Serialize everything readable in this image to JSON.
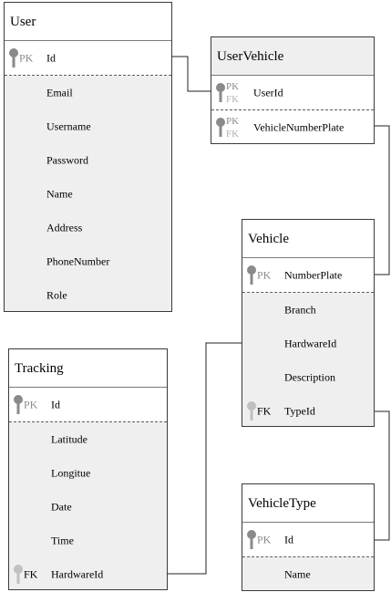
{
  "entities": {
    "user": {
      "title": "User",
      "pk_tag": "PK",
      "pk_field": "Id",
      "fields": [
        "Email",
        "Username",
        "Password",
        "Name",
        "Address",
        "PhoneNumber",
        "Role"
      ]
    },
    "user_vehicle": {
      "title": "UserVehicle",
      "rows": [
        {
          "pk": "PK",
          "fk": "FK",
          "name": "UserId"
        },
        {
          "pk": "PK",
          "fk": "FK",
          "name": "VehicleNumberPlate"
        }
      ]
    },
    "vehicle": {
      "title": "Vehicle",
      "pk_tag": "PK",
      "pk_field": "NumberPlate",
      "fields": [
        "Branch",
        "HardwareId",
        "Description"
      ],
      "fk_tag": "FK",
      "fk_field": "TypeId"
    },
    "tracking": {
      "title": "Tracking",
      "pk_tag": "PK",
      "pk_field": "Id",
      "fields": [
        "Latitude",
        "Longitue",
        "Date",
        "Time"
      ],
      "fk_tag": "FK",
      "fk_field": "HardwareId"
    },
    "vehicle_type": {
      "title": "VehicleType",
      "pk_tag": "PK",
      "pk_field": "Id",
      "fields": [
        "Name"
      ]
    }
  },
  "icons": {
    "key": "key-icon"
  },
  "colors": {
    "border": "#3a3a3a",
    "body_fill": "#efefef",
    "key_grey": "#8a8a8a",
    "key_light": "#c0c0c0"
  }
}
